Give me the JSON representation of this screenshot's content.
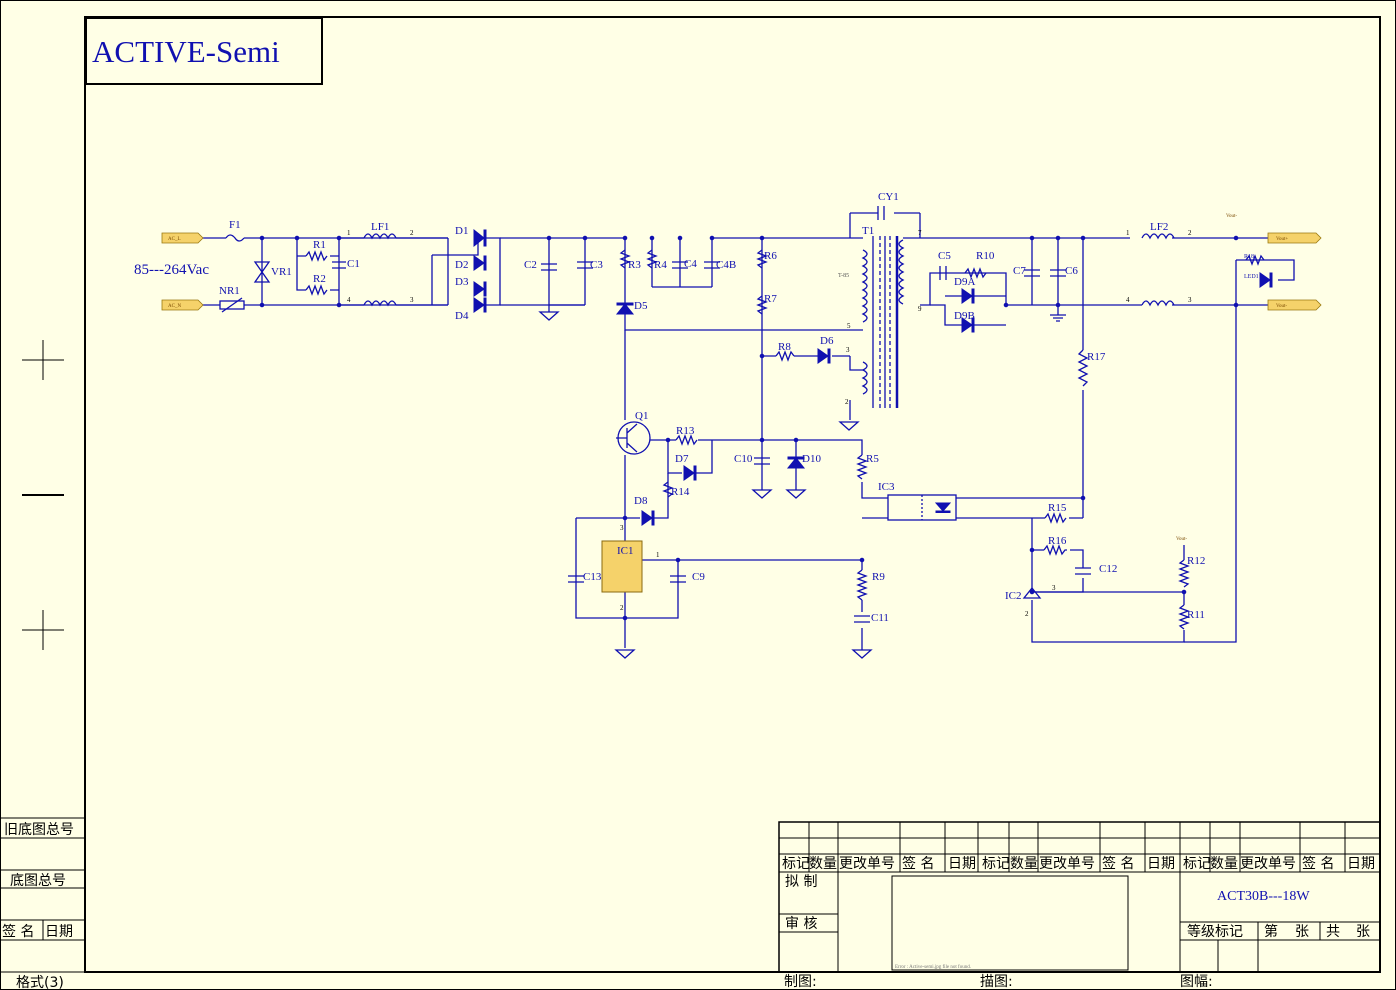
{
  "title_block": {
    "company": "ACTIVE-Semi",
    "product": "ACT30B---18W",
    "format": "格式(3)",
    "left_labels": [
      "旧底图总号",
      "底图总号",
      "签 名",
      "日期"
    ],
    "revision_headers": [
      "标记",
      "数量",
      "更改单号",
      "签 名",
      "日期"
    ],
    "draft": "拟 制",
    "review": "审 核",
    "grade": "等级标记",
    "sheet_no": "第",
    "sheet_unit": "张",
    "sheet_total": "共",
    "made_by": "制图:",
    "traced_by": "描图:",
    "sheet_size": "图幅:",
    "embedded_note": "Error : Active-semi.jpg file not found."
  },
  "schematic": {
    "input_voltage": "85---264Vac",
    "ports": {
      "ac_l": "AC_L",
      "ac_n": "AC_N",
      "vout_pos": "Vout+",
      "vout_neg": "Vout-",
      "vout_net": "Vout-"
    },
    "components": [
      "F1",
      "NR1",
      "VR1",
      "R1",
      "R2",
      "C1",
      "LF1",
      "D1",
      "D2",
      "D3",
      "D4",
      "C2",
      "C3",
      "R3",
      "R4",
      "C4",
      "C4B",
      "D5",
      "R6",
      "R7",
      "R8",
      "D6",
      "CY1",
      "T1",
      "C5",
      "R10",
      "D9A",
      "D9B",
      "C7",
      "C6",
      "LF2",
      "R18",
      "LED1",
      "R17",
      "Q1",
      "R13",
      "D7",
      "R14",
      "C10",
      "D10",
      "R5",
      "D8",
      "IC1",
      "C13",
      "C9",
      "IC3",
      "R15",
      "R16",
      "C12",
      "IC2",
      "R12",
      "R11",
      "R9",
      "C11"
    ],
    "transformer_note": "T-85"
  },
  "colors": {
    "background": "#FFFFE6",
    "wire": "#1010B0",
    "frame": "#000000",
    "port": "#F5D26A"
  }
}
